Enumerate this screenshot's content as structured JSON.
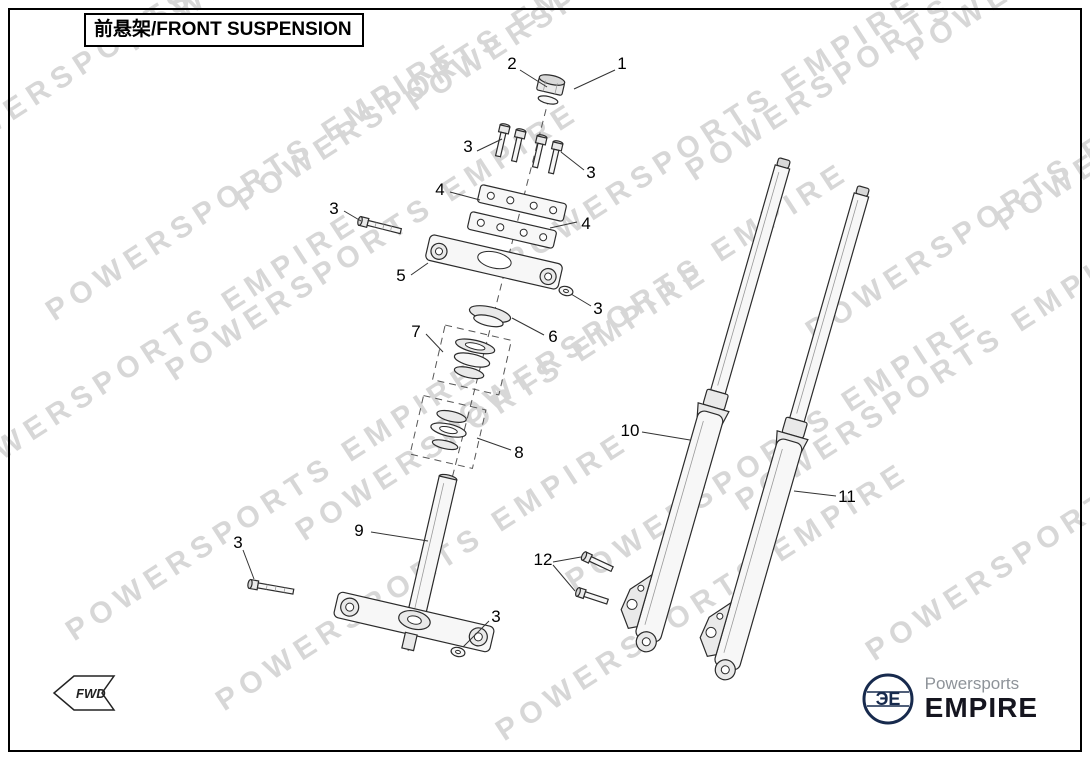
{
  "page": {
    "title": "前悬架/FRONT SUSPENSION"
  },
  "watermark": {
    "text": "POWERSPORTS EMPIRE"
  },
  "callouts": [
    {
      "label": "2"
    },
    {
      "label": "1"
    },
    {
      "label": "3"
    },
    {
      "label": "3"
    },
    {
      "label": "4"
    },
    {
      "label": "3"
    },
    {
      "label": "4"
    },
    {
      "label": "5"
    },
    {
      "label": "3"
    },
    {
      "label": "7"
    },
    {
      "label": "6"
    },
    {
      "label": "8"
    },
    {
      "label": "10"
    },
    {
      "label": "9"
    },
    {
      "label": "11"
    },
    {
      "label": "3"
    },
    {
      "label": "12"
    },
    {
      "label": "3"
    }
  ],
  "fwd": {
    "label": "FWD"
  },
  "logo": {
    "monogram": "ЭE",
    "line1": "Powersports",
    "line2": "EMPIRE"
  },
  "colors": {
    "line": "#2b2b2b",
    "watermark": "#d7d7d7",
    "logo_navy": "#172a4d"
  }
}
